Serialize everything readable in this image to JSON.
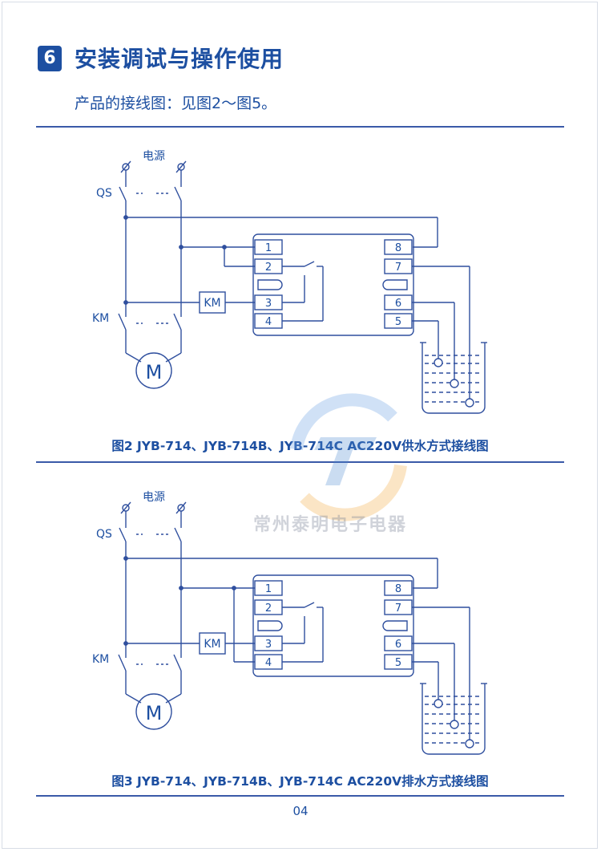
{
  "section": {
    "number": "6",
    "title": "安装调试与操作使用",
    "intro": "产品的接线图：见图2～图5。"
  },
  "diagrams": [
    {
      "caption": "图2 JYB-714、JYB-714B、JYB-714C AC220V供水方式接线图",
      "labels": {
        "power": "电源",
        "qs": "QS",
        "km": "KM",
        "km_box": "KM",
        "motor": "M",
        "terminals_left": [
          "1",
          "2",
          "3",
          "4"
        ],
        "terminals_right": [
          "8",
          "7",
          "6",
          "5"
        ]
      }
    },
    {
      "caption": "图3 JYB-714、JYB-714B、JYB-714C AC220V排水方式接线图",
      "labels": {
        "power": "电源",
        "qs": "QS",
        "km": "KM",
        "km_box": "KM",
        "motor": "M",
        "terminals_left": [
          "1",
          "2",
          "3",
          "4"
        ],
        "terminals_right": [
          "8",
          "7",
          "6",
          "5"
        ]
      }
    }
  ],
  "watermark": {
    "text": "常州泰明电子电器"
  },
  "page": {
    "number": "04"
  },
  "colors": {
    "primary": "#1d4fa1",
    "line": "#2f4f9e"
  }
}
